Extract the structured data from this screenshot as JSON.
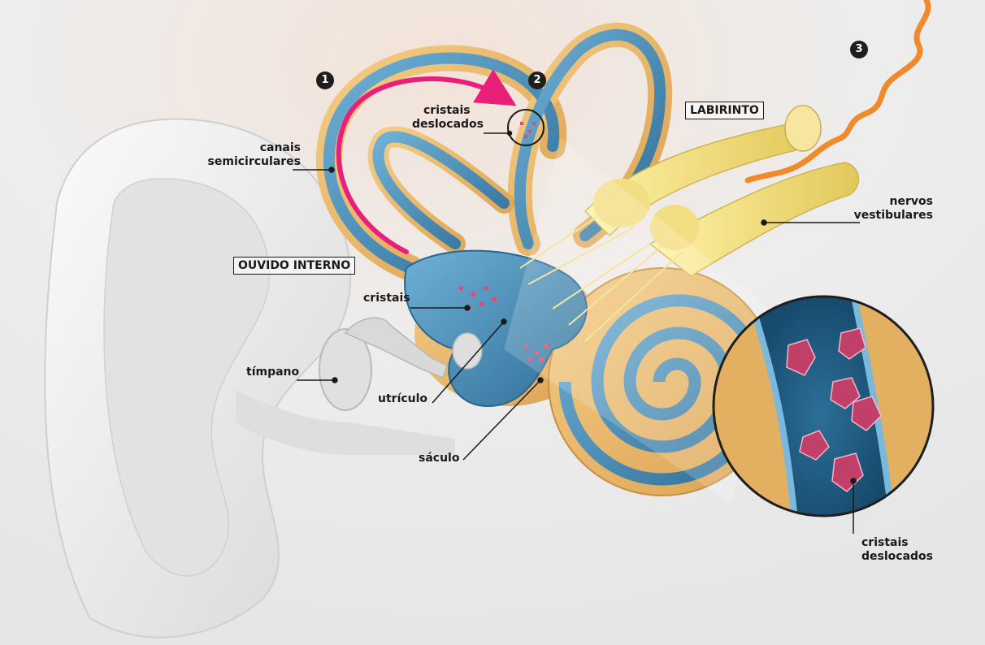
{
  "steps": [
    "1",
    "2",
    "3"
  ],
  "boxes": {
    "inner_ear": "OUVIDO INTERNO",
    "labyrinth": "LABIRINTO"
  },
  "labels": {
    "canals_l1": "canais",
    "canals_l2": "semicirculares",
    "crystals_displaced_l1": "cristais",
    "crystals_displaced_l2": "deslocados",
    "crystals": "cristais",
    "tympanum": "tímpano",
    "utricle": "utrículo",
    "saccule": "sáculo",
    "nerves_l1": "nervos",
    "nerves_l2": "vestibulares",
    "zoom_crystals_l1": "cristais",
    "zoom_crystals_l2": "deslocados"
  },
  "colors": {
    "background": "#eeeeee",
    "ear": "#e6e6e6",
    "bone": "#e8b86a",
    "membrane": "#4f93bd",
    "nerve": "#f0dc78",
    "crystal": "#d2507a",
    "arrow": "#e8207a",
    "signal": "#f08a2a"
  }
}
